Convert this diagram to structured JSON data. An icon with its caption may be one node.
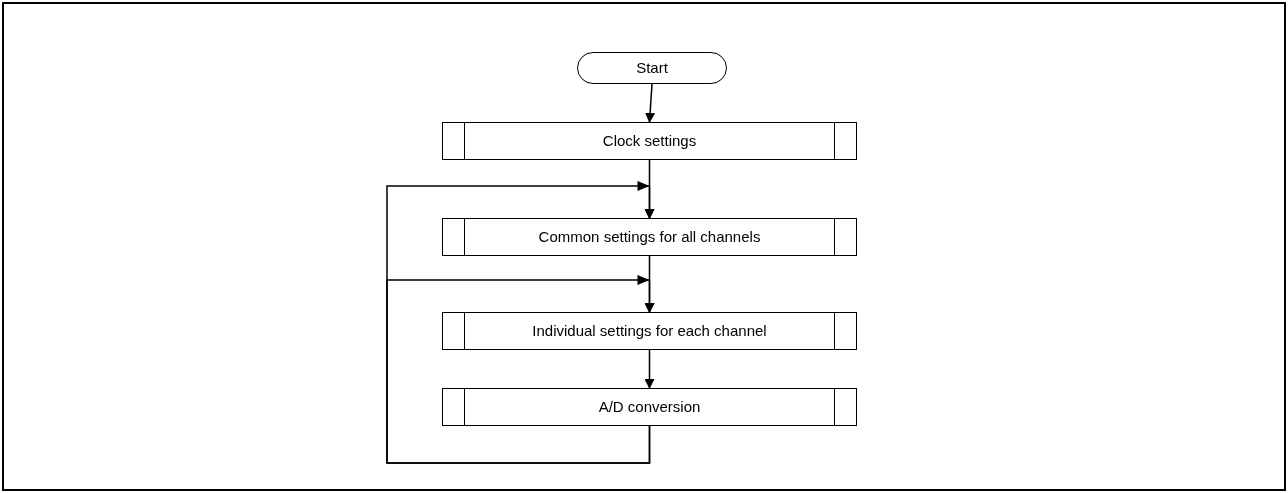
{
  "diagram": {
    "nodes": [
      {
        "text": [
          "Start"
        ]
      },
      {
        "text": [
          "Clock settings"
        ]
      },
      {
        "text": [
          "Common settings for all channels"
        ]
      },
      {
        "text": [
          "Individual settings for each channel"
        ]
      },
      {
        "text": [
          "A/D conversion"
        ]
      }
    ],
    "edges": [
      {
        "from": 0,
        "to": 1,
        "arrow": "to"
      },
      {
        "from": 1,
        "to": 2,
        "arrow": "to"
      },
      {
        "from": 2,
        "to": 3,
        "arrow": "to"
      },
      {
        "from": 3,
        "to": 4,
        "arrow": "to"
      },
      {
        "from": 4,
        "to": 2,
        "arrow": "to"
      },
      {
        "from": 4,
        "to": 3,
        "arrow": "to"
      }
    ]
  }
}
